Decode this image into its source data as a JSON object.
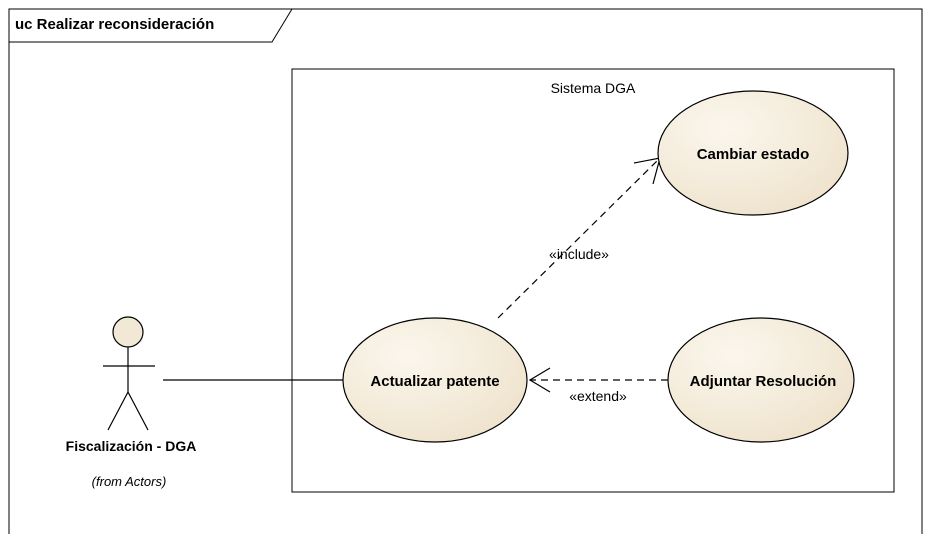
{
  "frame": {
    "title": "uc Realizar reconsideración"
  },
  "system": {
    "name": "Sistema DGA"
  },
  "actor": {
    "name": "Fiscalización - DGA",
    "origin": "(from Actors)"
  },
  "use_cases": {
    "actualizar": "Actualizar patente",
    "cambiar": "Cambiar estado",
    "adjuntar": "Adjuntar Resolución"
  },
  "relations": {
    "include": "«include»",
    "extend": "«extend»"
  },
  "colors": {
    "use_case_fill": "#f2e8d6",
    "use_case_gradient_light": "#fbf7ee",
    "actor_head_fill": "#f2e8d6",
    "line": "#000000"
  }
}
